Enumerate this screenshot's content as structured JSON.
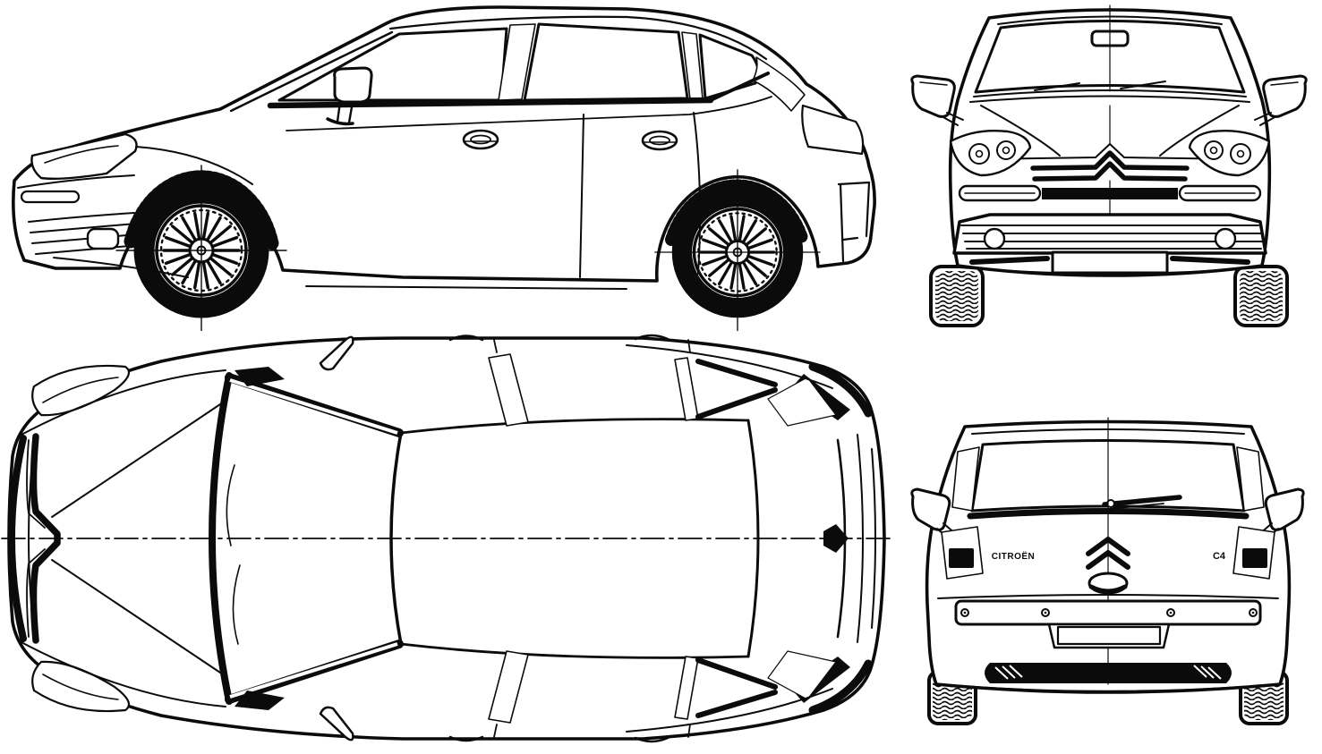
{
  "artwork": {
    "type": "blueprint-line-drawing",
    "subject": "Citroën C4 5-door hatchback",
    "views": {
      "side": "side elevation",
      "front": "front elevation",
      "top": "plan view",
      "rear": "rear elevation"
    }
  },
  "colors": {
    "ink": "#0b0b0b",
    "paper": "#ffffff"
  },
  "rear_view": {
    "badge_left": "CITROËN",
    "badge_right": "C4"
  }
}
